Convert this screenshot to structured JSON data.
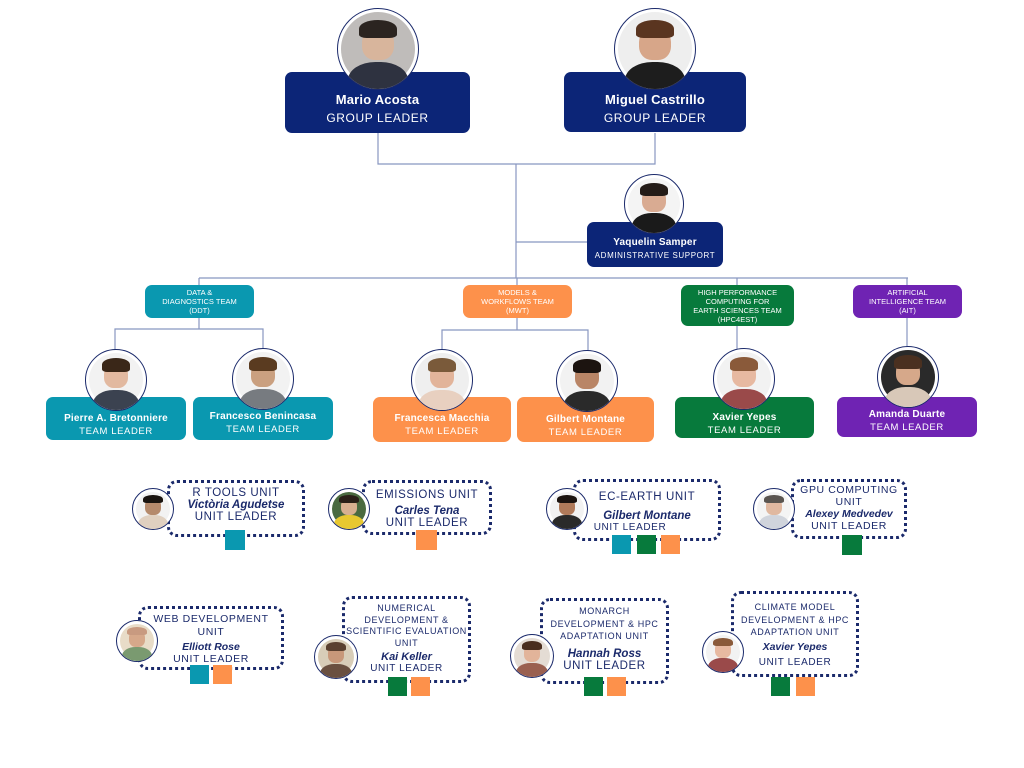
{
  "colors": {
    "navy": "#0c2577",
    "ddt": "#0a98b0",
    "mwt": "#fd914b",
    "hpc": "#077a3c",
    "ait": "#6f23b3",
    "line": "#8896c0",
    "unit_border": "#1b2a6b"
  },
  "group_leaders": [
    {
      "name": "Mario Acosta",
      "role": "GROUP LEADER"
    },
    {
      "name": "Miguel Castrillo",
      "role": "GROUP LEADER"
    }
  ],
  "admin": {
    "name": "Yaquelin Samper",
    "role": "ADMINISTRATIVE SUPPORT"
  },
  "teams": [
    {
      "key": "ddt",
      "label": "DATA &\nDIAGNOSTICS TEAM\n(DDT)"
    },
    {
      "key": "mwt",
      "label": "MODELS &\nWORKFLOWS TEAM\n(MWT)"
    },
    {
      "key": "hpc",
      "label": "HIGH PERFORMANCE\nCOMPUTING FOR\nEARTH SCIENCES TEAM\n(HPC4EST)"
    },
    {
      "key": "ait",
      "label": "ARTIFICIAL\nINTELLIGENCE TEAM\n(AIT)"
    }
  ],
  "team_leaders": [
    {
      "name": "Pierre A. Bretonniere",
      "role": "TEAM LEADER",
      "team": "ddt"
    },
    {
      "name": "Francesco Benincasa",
      "role": "TEAM LEADER",
      "team": "ddt"
    },
    {
      "name": "Francesca Macchia",
      "role": "TEAM LEADER",
      "team": "mwt"
    },
    {
      "name": "Gilbert Montane",
      "role": "TEAM LEADER",
      "team": "mwt"
    },
    {
      "name": "Xavier Yepes",
      "role": "TEAM LEADER",
      "team": "hpc"
    },
    {
      "name": "Amanda Duarte",
      "role": "TEAM LEADER",
      "team": "ait"
    }
  ],
  "units": [
    {
      "title": "R TOOLS UNIT",
      "leader": "Victòria Agudetse",
      "role": "UNIT LEADER",
      "teams": [
        "ddt"
      ]
    },
    {
      "title": "EMISSIONS UNIT",
      "leader": "Carles Tena",
      "role": "UNIT LEADER",
      "teams": [
        "mwt"
      ]
    },
    {
      "title": "EC-EARTH UNIT",
      "leader": "Gilbert Montane",
      "role": "UNIT LEADER",
      "teams": [
        "ddt",
        "hpc",
        "mwt"
      ]
    },
    {
      "title": "GPU COMPUTING\nUNIT",
      "leader": "Alexey Medvedev",
      "role": "UNIT LEADER",
      "teams": [
        "hpc"
      ]
    },
    {
      "title": "WEB DEVELOPMENT\nUNIT",
      "leader": "Elliott Rose",
      "role": "UNIT LEADER",
      "teams": [
        "ddt",
        "mwt"
      ]
    },
    {
      "title": "NUMERICAL\nDEVELOPMENT &\nSCIENTIFIC EVALUATION\nUNIT",
      "leader": "Kai Keller",
      "role": "UNIT LEADER",
      "teams": [
        "hpc",
        "mwt"
      ]
    },
    {
      "title": "MONARCH\nDEVELOPMENT & HPC\nADAPTATION UNIT",
      "leader": "Hannah Ross",
      "role": "UNIT LEADER",
      "teams": [
        "hpc",
        "mwt"
      ]
    },
    {
      "title": "CLIMATE MODEL\nDEVELOPMENT & HPC\nADAPTATION UNIT",
      "leader": "Xavier Yepes",
      "role": "UNIT LEADER",
      "teams": [
        "hpc",
        "mwt"
      ]
    }
  ]
}
